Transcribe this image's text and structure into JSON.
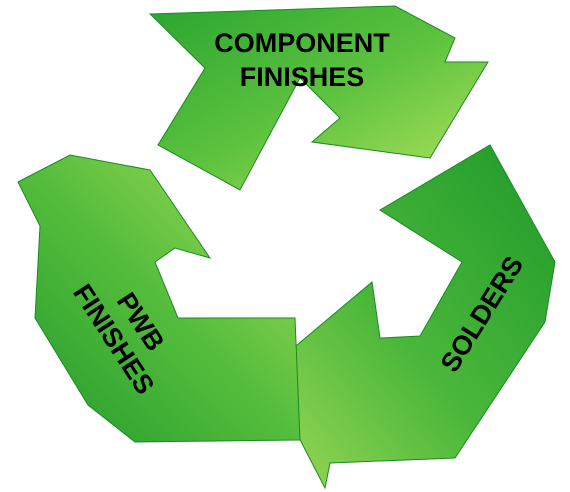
{
  "diagram": {
    "arrows": [
      {
        "id": "top",
        "lines": [
          "COMPONENT",
          "FINISHES"
        ]
      },
      {
        "id": "right",
        "lines": [
          "SOLDERS"
        ]
      },
      {
        "id": "left",
        "lines": [
          "PWB",
          "FINISHES"
        ]
      }
    ],
    "colors": {
      "dark_green": "#1f9a2a",
      "mid_green": "#46b83a",
      "light_green": "#a8de5a",
      "label": "#000000"
    }
  }
}
